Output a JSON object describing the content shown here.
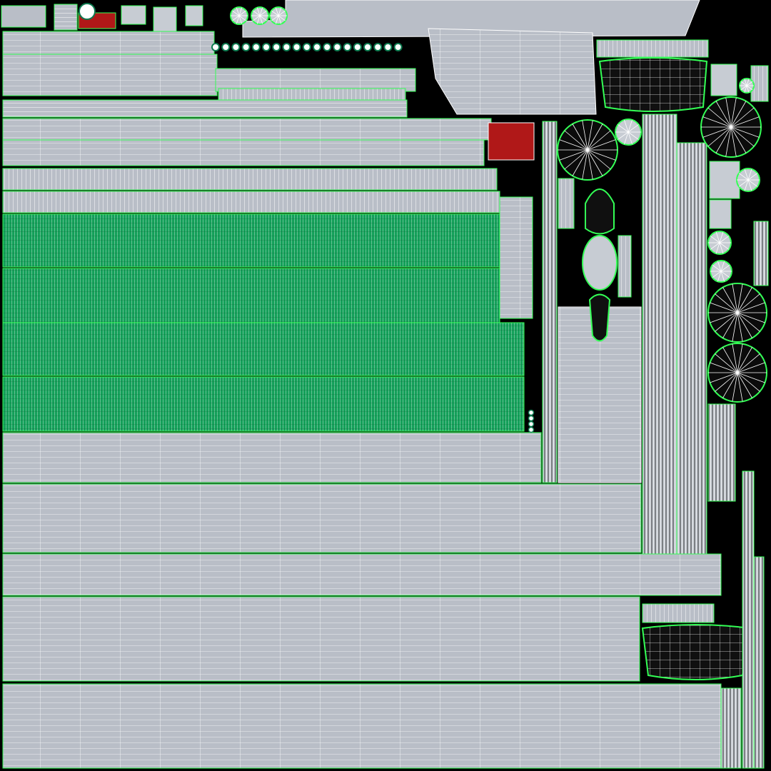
{
  "image": {
    "kind": "uv-texture-wireframe-layout",
    "has_visible_text": false
  },
  "palette": {
    "background": "#000000",
    "island_fill": "#b9bec7",
    "island_fill_light": "#c7ccd3",
    "wire": "#ffffff",
    "seam": "#33ff55",
    "dense_fill": "#14a05a",
    "accent_red": "#b01818",
    "accent_green": "#0d7a4f"
  },
  "regions": [
    {
      "name": "bumper-strip-top",
      "pattern": "horizontal-lines"
    },
    {
      "name": "dense-mesh-band",
      "pattern": "dense-vertical-lines"
    },
    {
      "name": "gray-panel-band",
      "pattern": "grid"
    },
    {
      "name": "wheel-discs",
      "pattern": "radial-spokes"
    },
    {
      "name": "seat-shells",
      "pattern": "grid"
    },
    {
      "name": "vertical-rails",
      "pattern": "vertical-lines"
    }
  ]
}
